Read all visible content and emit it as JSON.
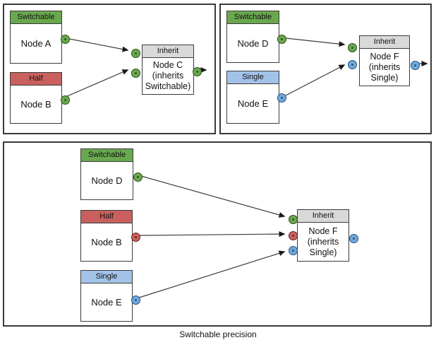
{
  "caption": "Switchable precision",
  "colors": {
    "switchable_green": "#6AA84F",
    "half_red": "#C9605E",
    "single_blue": "#A2C2E8",
    "inherit_gray": "#D9D9D9",
    "port_green": "#6AA84F",
    "port_red": "#C9605E",
    "port_blue": "#6FA8DC"
  },
  "panels": {
    "top_left": {
      "nodes": {
        "a": {
          "type": "Switchable",
          "label": "Node A",
          "out_port": "green"
        },
        "b": {
          "type": "Half",
          "label": "Node B",
          "out_port": "green"
        },
        "c": {
          "type": "Inherit",
          "label": "Node C",
          "sublabel": "(inherits Switchable)",
          "in_ports": [
            "green",
            "green"
          ],
          "out_port": "green"
        }
      },
      "edges": [
        {
          "from": "a",
          "to": "c"
        },
        {
          "from": "b",
          "to": "c"
        },
        {
          "from": "c",
          "to": "external-output"
        }
      ]
    },
    "top_right": {
      "nodes": {
        "d": {
          "type": "Switchable",
          "label": "Node D",
          "out_port": "green"
        },
        "e": {
          "type": "Single",
          "label": "Node E",
          "out_port": "blue"
        },
        "f": {
          "type": "Inherit",
          "label": "Node F",
          "sublabel": "(inherits Single)",
          "in_ports": [
            "green",
            "blue"
          ],
          "out_port": "blue"
        }
      },
      "edges": [
        {
          "from": "d",
          "to": "f"
        },
        {
          "from": "e",
          "to": "f"
        },
        {
          "from": "f",
          "to": "external-output"
        }
      ]
    },
    "bottom": {
      "nodes": {
        "d": {
          "type": "Switchable",
          "label": "Node D",
          "out_port": "green"
        },
        "b": {
          "type": "Half",
          "label": "Node B",
          "out_port": "red"
        },
        "e": {
          "type": "Single",
          "label": "Node E",
          "out_port": "blue"
        },
        "f": {
          "type": "Inherit",
          "label": "Node F",
          "sublabel": "(inherits Single)",
          "in_ports": [
            "green",
            "red",
            "blue"
          ],
          "out_port": "blue"
        }
      },
      "edges": [
        {
          "from": "d",
          "to": "f"
        },
        {
          "from": "b",
          "to": "f"
        },
        {
          "from": "e",
          "to": "f"
        }
      ]
    }
  }
}
